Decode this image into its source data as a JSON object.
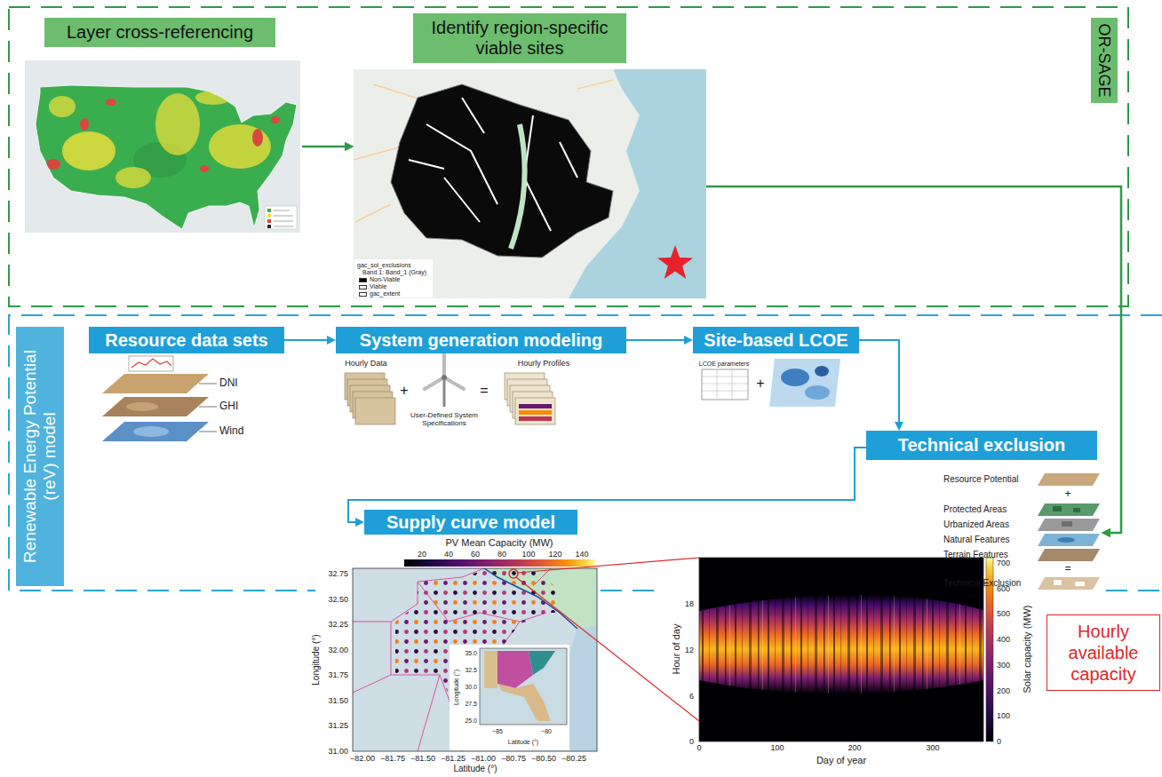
{
  "diagram": {
    "nodes": [
      {
        "text": [
          "OR-SAGE"
        ]
      },
      {
        "text": [
          "Layer cross-referencing"
        ],
        "in": 0
      },
      {
        "text": [
          "Identify region-specific viable sites"
        ],
        "in": 0
      },
      {
        "text": [
          "Renewable Energy Potential (reV) model"
        ]
      },
      {
        "text": [
          "Resource data sets"
        ],
        "in": 3
      },
      {
        "text": [
          "System generation modeling"
        ],
        "in": 3
      },
      {
        "text": [
          "Site-based LCOE"
        ],
        "in": 3
      },
      {
        "text": [
          "Technical exclusion"
        ],
        "in": 3
      },
      {
        "text": [
          "Supply curve model"
        ],
        "in": 3
      },
      {
        "text": [
          "Hourly available capacity"
        ]
      }
    ],
    "edges": [
      {
        "from": 1,
        "to": 2,
        "arrow": "to"
      },
      {
        "from": 2,
        "to": 7,
        "arrow": "to"
      },
      {
        "from": 4,
        "to": 5,
        "arrow": "to"
      },
      {
        "from": 5,
        "to": 6,
        "arrow": "to"
      },
      {
        "from": 6,
        "to": 7,
        "arrow": "to"
      },
      {
        "from": 7,
        "to": 8,
        "arrow": "to"
      }
    ],
    "labels": [
      "gac_sol_exclusions",
      "Band 1: Band_1 (Gray)",
      "DNI",
      "GHI",
      "Wind",
      "Hourly Data",
      "+",
      "User-Defined System Specifications",
      "=",
      "Hourly Profiles",
      "LCOE parameters",
      "+",
      "Resource Potential",
      "+",
      "Protected Areas",
      "Urbanized Areas",
      "Natural Features",
      "Terrain Features",
      "=",
      "Technical Exclusion",
      "PV Mean Capacity (MW)",
      "20",
      "40",
      "60",
      "80",
      "100",
      "120",
      "140",
      "32.75",
      "32.50",
      "32.25",
      "32.00",
      "31.75",
      "31.50",
      "31.25",
      "31.00",
      "−82.00",
      "−81.75",
      "−81.50",
      "−81.25",
      "−81.00",
      "−80.75",
      "−80.50",
      "−80.25",
      "Latitude (°)",
      "Longitude (°)",
      "35.0",
      "32.5",
      "30.0",
      "27.5",
      "25.0",
      "−85",
      "−80",
      "Latitude (°)",
      "Longitude (°)",
      "18",
      "12",
      "6",
      "0",
      "Hour of day",
      "0",
      "100",
      "200",
      "300",
      "Day of year",
      "700",
      "600",
      "500",
      "400",
      "300",
      "200",
      "100",
      "0",
      "Solar capacity (MW)"
    ],
    "legend": [
      {
        "text": "Non-Viable",
        "color": "#000000"
      },
      {
        "text": "Viable",
        "color": "#ffffff"
      },
      {
        "text": "gac_extent"
      }
    ]
  }
}
